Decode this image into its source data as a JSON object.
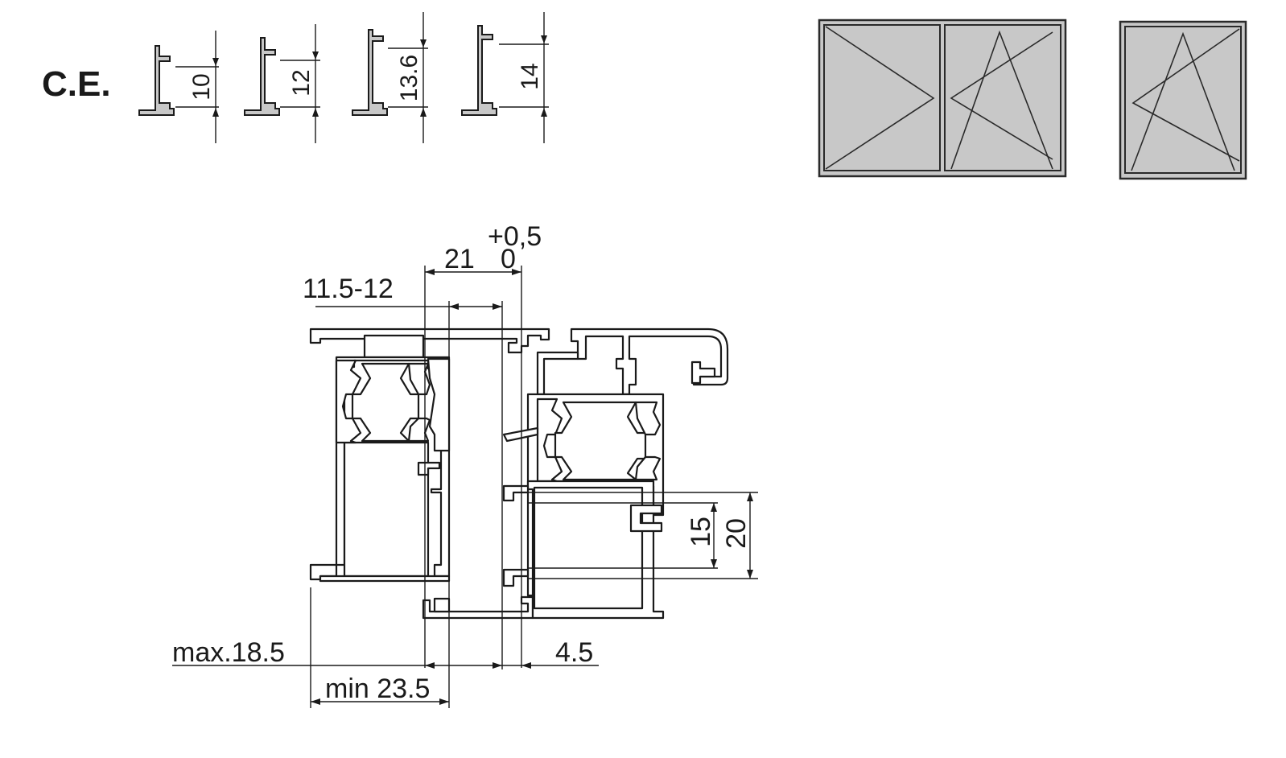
{
  "title": "C.E.",
  "ce_profiles": [
    {
      "label": "10"
    },
    {
      "label": "12"
    },
    {
      "label": "13.6"
    },
    {
      "label": "14"
    }
  ],
  "dimensions": {
    "tol_upper": "+0,5",
    "tol_lower": "0",
    "d21": "21",
    "d11_5_12": "11.5-12",
    "d15": "15",
    "d20": "20",
    "dmax18_5": "max.18.5",
    "dmin23_5": "min 23.5",
    "d4_5": "4.5"
  },
  "opening_symbols": [
    {
      "panels": [
        "side-hung-right",
        "tilt-turn"
      ]
    },
    {
      "panels": [
        "tilt-turn"
      ]
    }
  ],
  "colors": {
    "line": "#1a1a1a",
    "glass": "#c8c8c8"
  }
}
